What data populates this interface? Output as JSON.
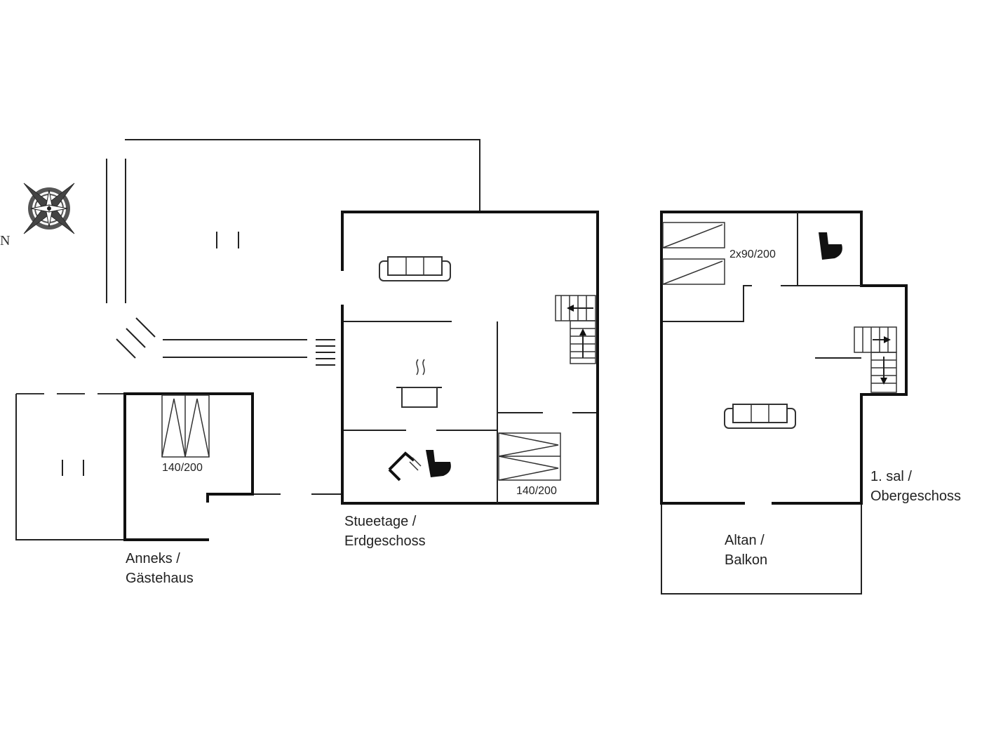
{
  "compass": {
    "north_label": "N"
  },
  "floors": {
    "annex": {
      "line1": "Anneks /",
      "line2": "Gästehaus",
      "bed": "140/200"
    },
    "ground": {
      "line1": "Stueetage /",
      "line2": "Erdgeschoss",
      "bed": "140/200"
    },
    "upper": {
      "line1": "1. sal /",
      "line2": "Obergeschoss",
      "bed": "2x90/200"
    },
    "balcony": {
      "line1": "Altan /",
      "line2": "Balkon"
    }
  },
  "icons": [
    "compass-rose-icon",
    "sofa-icon",
    "cooking-pot-icon",
    "shower-icon",
    "toilet-icon",
    "stairs-icon",
    "bed-icon"
  ]
}
